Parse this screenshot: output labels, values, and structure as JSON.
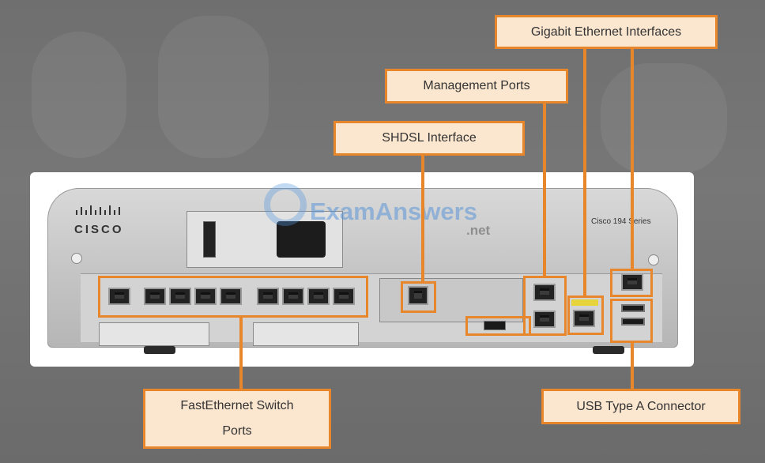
{
  "callouts": {
    "gigabit": "Gigabit Ethernet Interfaces",
    "management": "Management Ports",
    "shdsl": "SHDSL Interface",
    "fastethernet_line1": "FastEthernet Switch",
    "fastethernet_line2": "Ports",
    "usb": "USB Type A Connector"
  },
  "device": {
    "brand": "CISCO",
    "model": "Cisco 194 Series"
  },
  "watermark": {
    "text": "ExamAnswers",
    "suffix": ".net"
  },
  "colors": {
    "accent": "#e8862c",
    "callout_fill": "#fbe6cf"
  }
}
